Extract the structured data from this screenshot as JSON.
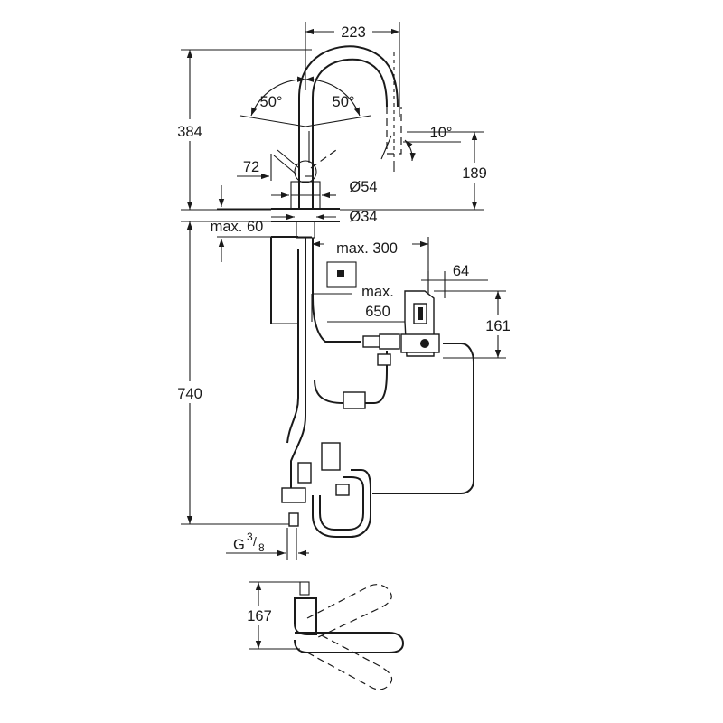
{
  "dimensions": {
    "width_top": "223",
    "height_total": "384",
    "angle_left": "50°",
    "angle_right": "50°",
    "spout_angle": "10°",
    "spout_height": "189",
    "lever_height": "72",
    "dia_base": "Ø54",
    "dia_hole": "Ø34",
    "max_thickness": "max. 60",
    "max_300": "max. 300",
    "sensor_width": "64",
    "max_650_line1": "max.",
    "max_650_line2": "650",
    "box_height": "161",
    "height_under": "740",
    "thread_main": "G",
    "thread_num": "3",
    "thread_den": "8",
    "plan_height": "167"
  },
  "colors": {
    "line": "#1a1a1a",
    "background": "#ffffff"
  }
}
